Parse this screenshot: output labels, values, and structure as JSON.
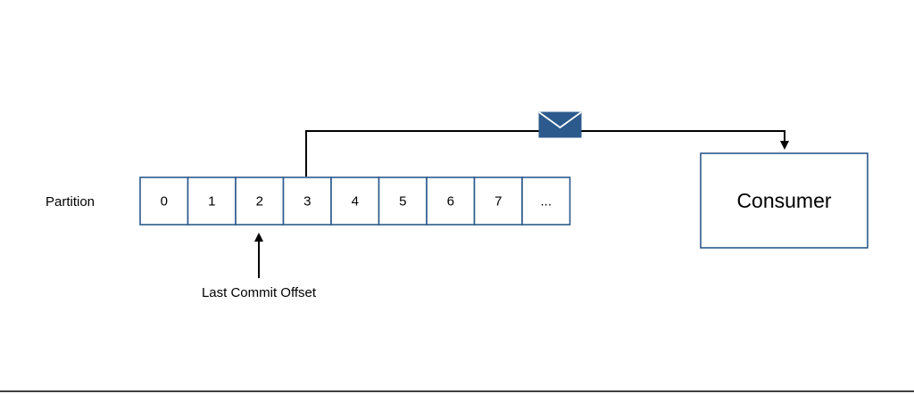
{
  "partition": {
    "label": "Partition",
    "cells": [
      "0",
      "1",
      "2",
      "3",
      "4",
      "5",
      "6",
      "7",
      "..."
    ],
    "last_commit_index": 2,
    "sent_index": 3
  },
  "last_commit_label": "Last Commit Offset",
  "consumer": {
    "label": "Consumer"
  },
  "message": {
    "icon": "envelope-icon"
  },
  "colors": {
    "accent": "#2c5a8c",
    "envelope": "#2c5a8c",
    "line": "#000000"
  }
}
